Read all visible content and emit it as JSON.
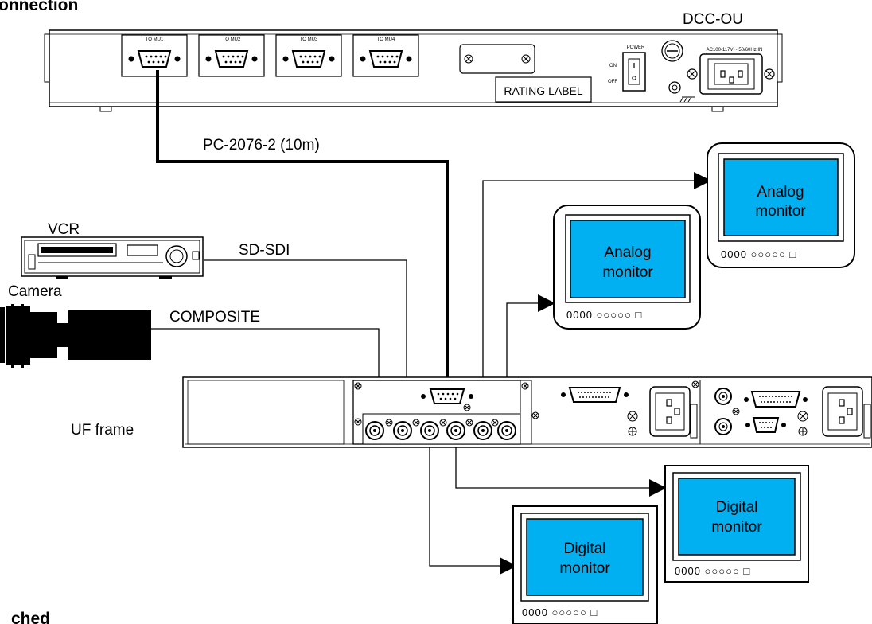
{
  "page": {
    "heading": "onnection",
    "footer_heading": "ched"
  },
  "dcc": {
    "name": "DCC-OU",
    "ports": [
      "TO MU1",
      "TO MU2",
      "TO MU3",
      "TO MU4"
    ],
    "power_label": "POWER",
    "on_label": "ON",
    "off_label": "OFF",
    "rating_label": "RATING LABEL",
    "ac_label": "AC100-117V ~ 50/60Hz IN"
  },
  "cables": {
    "pc": "PC-2076-2 (10m)",
    "sdi": "SD-SDI",
    "composite": "COMPOSITE"
  },
  "devices": {
    "vcr": "VCR",
    "camera": "Camera",
    "uf_frame": "UF frame"
  },
  "monitors": {
    "analog_1": [
      "Analog",
      "monitor"
    ],
    "analog_2": [
      "Analog",
      "monitor"
    ],
    "digital_1": [
      "Digital",
      "monitor"
    ],
    "digital_2": [
      "Digital",
      "monitor"
    ],
    "buttons": "0000 ○○○○○ □"
  },
  "colors": {
    "screen": "#00b0f0",
    "line": "#000000"
  }
}
